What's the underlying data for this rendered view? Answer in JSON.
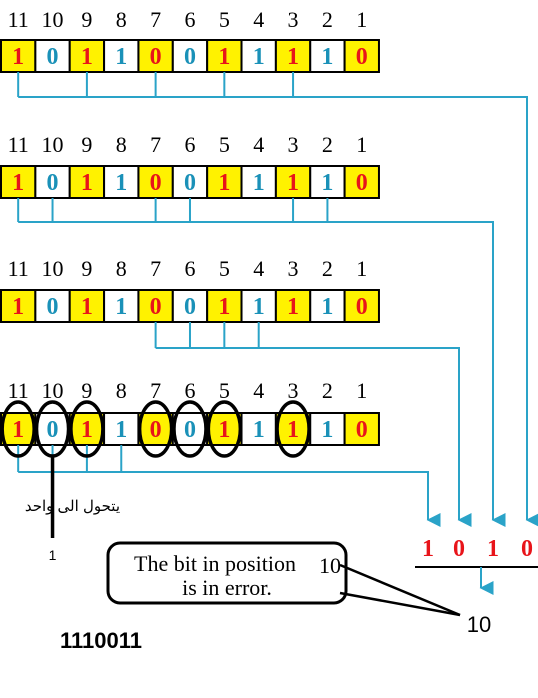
{
  "positions": [
    "11",
    "10",
    "9",
    "8",
    "7",
    "6",
    "5",
    "4",
    "3",
    "2",
    "1"
  ],
  "bits": [
    "1",
    "0",
    "1",
    "1",
    "0",
    "0",
    "1",
    "1",
    "1",
    "1",
    "0"
  ],
  "colors": {
    "highlight": "#fff200",
    "red_bit": "#e8141a",
    "blue_bit": "#1a91b8",
    "line": "#2aa3c8",
    "border": "#000000"
  },
  "check_result_bits": [
    "1",
    "0",
    "1",
    "0"
  ],
  "callout": {
    "line1": "The bit in position",
    "position": "10",
    "line2": "is in error."
  },
  "result_label": "10",
  "arabic_note": "يتحول الى واحد",
  "pointer_value": "1",
  "corrected_word": "1110011"
}
